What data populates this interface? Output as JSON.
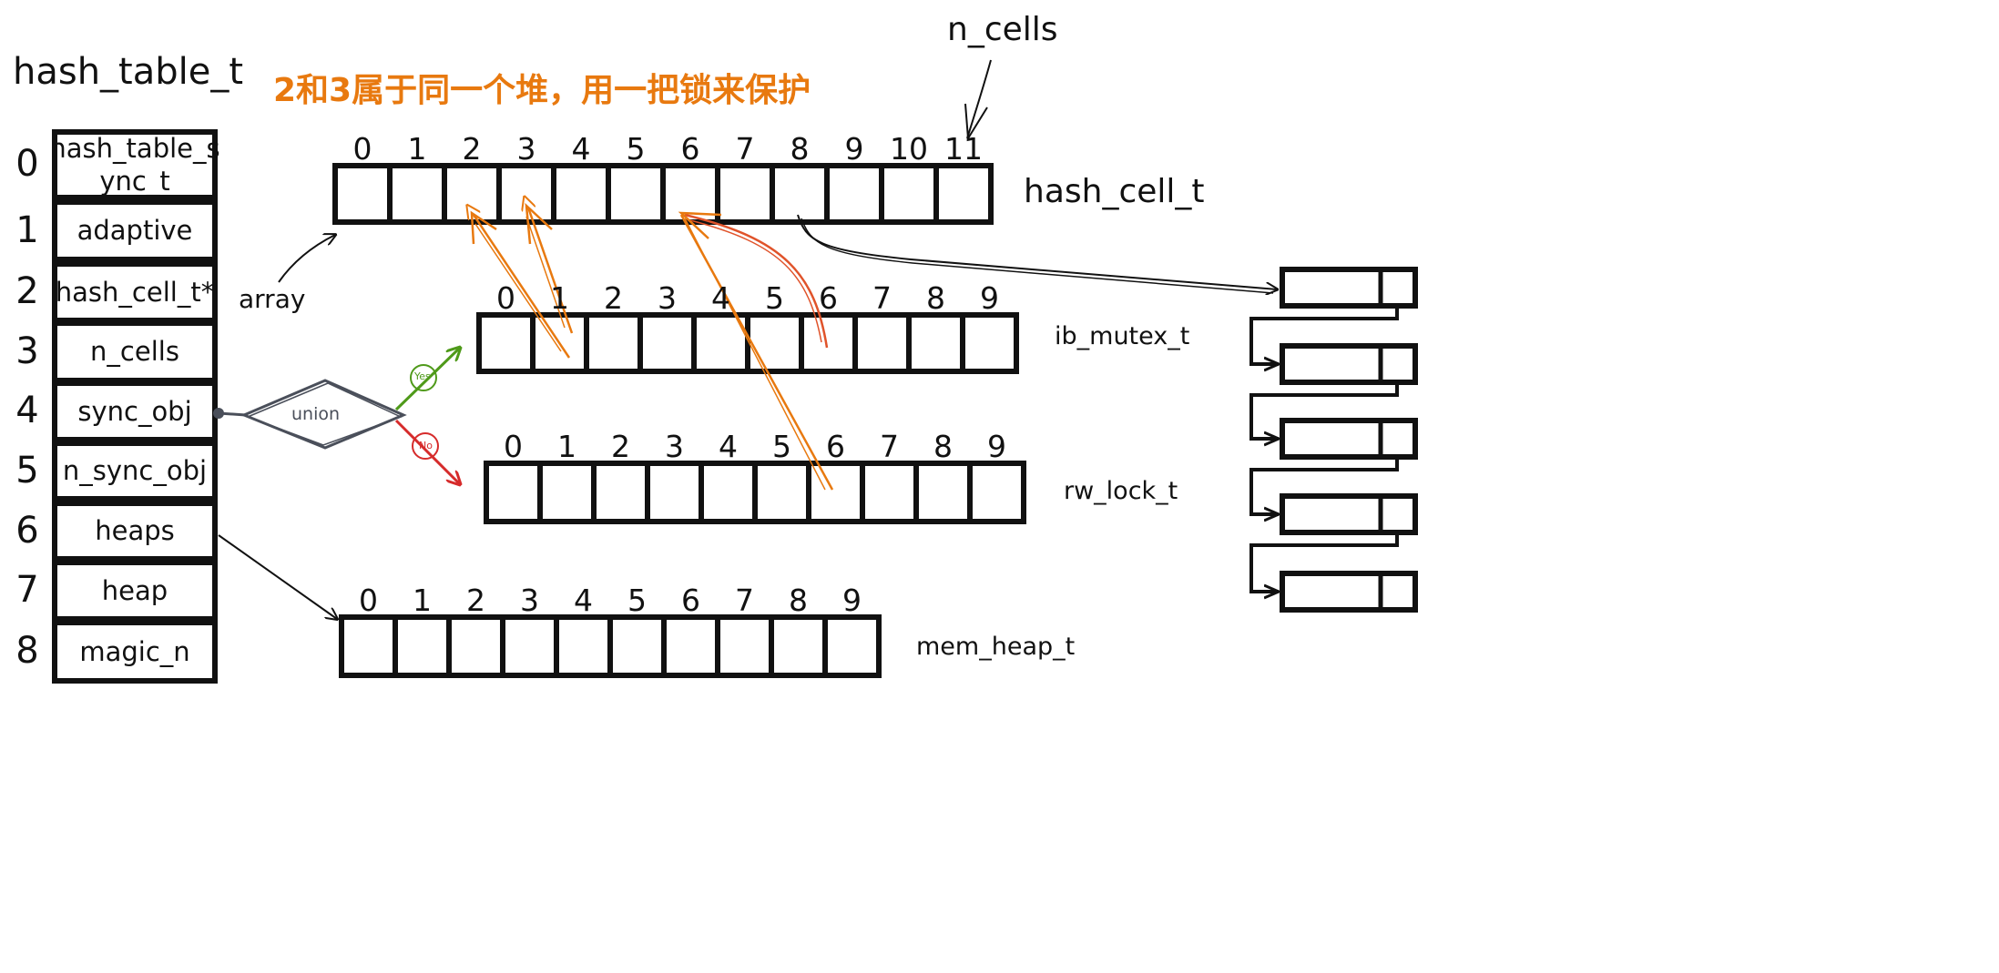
{
  "struct_title": "hash_table_t",
  "note": "2和3属于同一个堆，用一把锁来保护",
  "n_cells_label": "n_cells",
  "array_label": "array",
  "union_label": "union",
  "yes_label": "Yes",
  "no_label": "No",
  "fields": [
    {
      "index": "0",
      "name": "hash_table_s\nync_t"
    },
    {
      "index": "1",
      "name": "adaptive"
    },
    {
      "index": "2",
      "name": "hash_cell_t*"
    },
    {
      "index": "3",
      "name": "n_cells"
    },
    {
      "index": "4",
      "name": "sync_obj"
    },
    {
      "index": "5",
      "name": "n_sync_obj"
    },
    {
      "index": "6",
      "name": "heaps"
    },
    {
      "index": "7",
      "name": "heap"
    },
    {
      "index": "8",
      "name": "magic_n"
    }
  ],
  "arrays": {
    "hash_cell": {
      "label": "hash_cell_t",
      "indices": [
        "0",
        "1",
        "2",
        "3",
        "4",
        "5",
        "6",
        "7",
        "8",
        "9",
        "10",
        "11"
      ]
    },
    "ib_mutex": {
      "label": "ib_mutex_t",
      "indices": [
        "0",
        "1",
        "2",
        "3",
        "4",
        "5",
        "6",
        "7",
        "8",
        "9"
      ]
    },
    "rw_lock": {
      "label": "rw_lock_t",
      "indices": [
        "0",
        "1",
        "2",
        "3",
        "4",
        "5",
        "6",
        "7",
        "8",
        "9"
      ]
    },
    "mem_heap": {
      "label": "mem_heap_t",
      "indices": [
        "0",
        "1",
        "2",
        "3",
        "4",
        "5",
        "6",
        "7",
        "8",
        "9"
      ]
    }
  },
  "colors": {
    "ink": "#111111",
    "orange": "#e8790f",
    "red_arrow": "#e0532a",
    "green": "#4f9a1a",
    "red": "#d62b2b",
    "union_stroke": "#4a4f5a"
  }
}
